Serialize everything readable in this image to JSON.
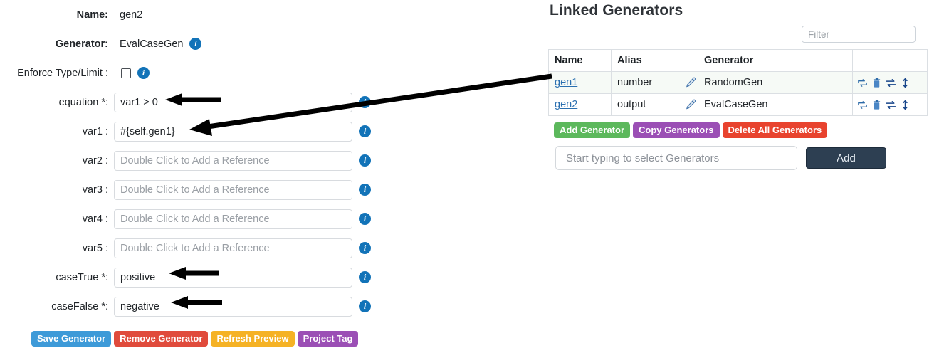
{
  "form": {
    "name": {
      "label": "Name:",
      "value": "gen2"
    },
    "generator": {
      "label": "Generator:",
      "value": "EvalCaseGen"
    },
    "enforce": {
      "label": "Enforce Type/Limit :",
      "checked": false
    },
    "placeholder_reference": "Double Click to Add a Reference",
    "fields": [
      {
        "label": "equation *:",
        "value": "var1 > 0",
        "placeholder": ""
      },
      {
        "label": "var1 :",
        "value": "#{self.gen1}",
        "placeholder": ""
      },
      {
        "label": "var2 :",
        "value": "",
        "placeholder": "Double Click to Add a Reference"
      },
      {
        "label": "var3 :",
        "value": "",
        "placeholder": "Double Click to Add a Reference"
      },
      {
        "label": "var4 :",
        "value": "",
        "placeholder": "Double Click to Add a Reference"
      },
      {
        "label": "var5 :",
        "value": "",
        "placeholder": "Double Click to Add a Reference"
      },
      {
        "label": "caseTrue *:",
        "value": "positive",
        "placeholder": ""
      },
      {
        "label": "caseFalse *:",
        "value": "negative",
        "placeholder": ""
      }
    ],
    "buttons": [
      {
        "label": "Save Generator",
        "color": "#3d9ad8",
        "style": "blue"
      },
      {
        "label": "Remove Generator",
        "color": "#e04b3c",
        "style": "red"
      },
      {
        "label": "Refresh Preview",
        "color": "#f5b225",
        "style": "orange"
      },
      {
        "label": "Project Tag",
        "color": "#9b4fb5",
        "style": "purple"
      }
    ]
  },
  "linked": {
    "title": "Linked Generators",
    "filter_placeholder": "Filter",
    "filter_value": "",
    "columns": [
      "Name",
      "Alias",
      "Generator",
      ""
    ],
    "rows": [
      {
        "name": "gen1",
        "alias": "number",
        "generator": "RandomGen",
        "highlighted": true
      },
      {
        "name": "gen2",
        "alias": "output",
        "generator": "EvalCaseGen",
        "highlighted": false
      }
    ],
    "row_icons": [
      "sync-icon",
      "trash-icon",
      "exchange-icon",
      "resize-vertical-icon"
    ],
    "edit_icon": "pencil-icon",
    "buttons": [
      {
        "label": "Add Generator",
        "color": "#5cb85c",
        "style": "green"
      },
      {
        "label": "Copy Generators",
        "color": "#9b4fb5",
        "style": "purple"
      },
      {
        "label": "Delete All Generators",
        "color": "#e8432e",
        "style": "red2"
      }
    ],
    "add": {
      "placeholder": "Start typing to select Generators",
      "value": "",
      "button_label": "Add"
    }
  },
  "annotations": {
    "color": "#000000",
    "arrows": [
      {
        "name": "equation-arrow",
        "points": "var1 > 0"
      },
      {
        "name": "var1-to-gen1-arrow",
        "points": "#{self.gen1} -> gen1"
      },
      {
        "name": "casetrue-arrow",
        "points": "positive"
      },
      {
        "name": "casefalse-arrow",
        "points": "negative"
      }
    ]
  }
}
